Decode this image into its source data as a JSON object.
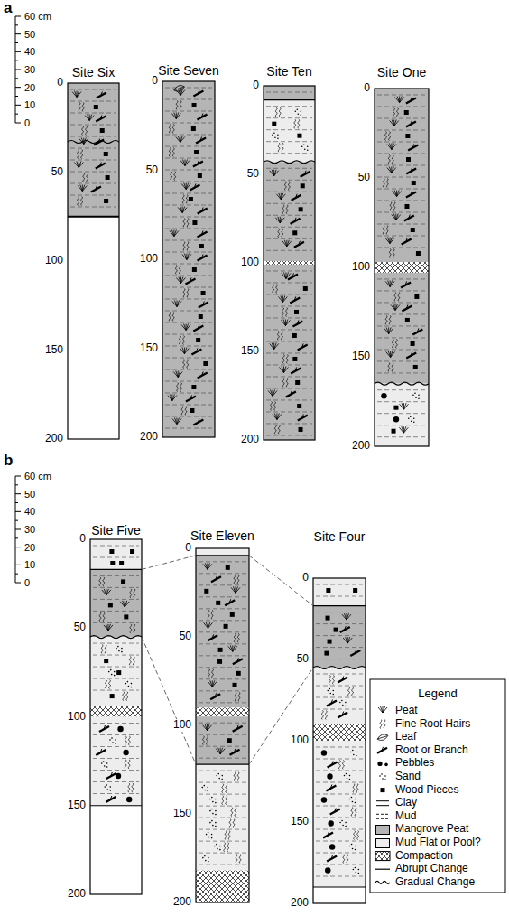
{
  "diagram": {
    "nodes": [
      {
        "text": [
          "Site Six"
        ]
      },
      {
        "text": [
          "Site Seven"
        ]
      },
      {
        "text": [
          "Site Ten"
        ]
      },
      {
        "text": [
          "Site One"
        ]
      },
      {
        "text": [
          "Site Five"
        ]
      },
      {
        "text": [
          "Site Eleven"
        ]
      },
      {
        "text": [
          "Site Four"
        ]
      }
    ],
    "edges": [
      {
        "from": 4,
        "to": 5,
        "arrow": "none"
      },
      {
        "from": 4,
        "to": 5,
        "arrow": "none"
      },
      {
        "from": 5,
        "to": 6,
        "arrow": "none"
      },
      {
        "from": 5,
        "to": 6,
        "arrow": "none"
      }
    ],
    "labels": [
      "a",
      "60 cm",
      "50",
      "40",
      "30",
      "20",
      "10",
      "0",
      "0",
      "50",
      "100",
      "150",
      "200",
      "0",
      "50",
      "100",
      "150",
      "200",
      "0",
      "50",
      "100",
      "150",
      "200",
      "0",
      "50",
      "100",
      "150",
      "200",
      "b",
      "60 cm",
      "50",
      "40",
      "30",
      "20",
      "10",
      "0",
      "0",
      "50",
      "100",
      "150",
      "200",
      "0",
      "50",
      "100",
      "150",
      "200",
      "0",
      "50",
      "100",
      "150",
      "200",
      "Legend"
    ],
    "legend": [
      {
        "text": "Peat"
      },
      {
        "text": "Fine Root Hairs"
      },
      {
        "text": "Leaf"
      },
      {
        "text": "Root or Branch"
      },
      {
        "text": "Pebbles"
      },
      {
        "text": "Sand"
      },
      {
        "text": "Wood Pieces"
      },
      {
        "text": "Clay"
      },
      {
        "text": "Mud"
      },
      {
        "text": "Mangrove Peat",
        "color": "#b5b5b5"
      },
      {
        "text": "Mud Flat or Pool?",
        "color": "#ededed"
      },
      {
        "text": "Compaction"
      },
      {
        "text": "Abrupt Change"
      },
      {
        "text": "Gradual Change"
      }
    ]
  }
}
